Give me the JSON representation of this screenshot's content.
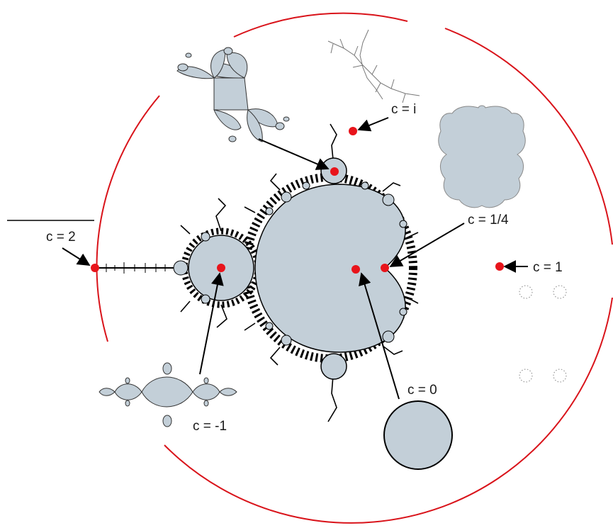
{
  "labels": {
    "c2": "c = 2",
    "cminus1": "c = -1",
    "ci": "c = i",
    "cquarter": "c = 1/4",
    "c1": "c = 1",
    "c0": "c = 0"
  },
  "colors": {
    "fill": "#c3cfd8",
    "outline": "#000000",
    "point": "#e8141b",
    "circle": "#d9131a",
    "text": "#1a1a1a"
  }
}
